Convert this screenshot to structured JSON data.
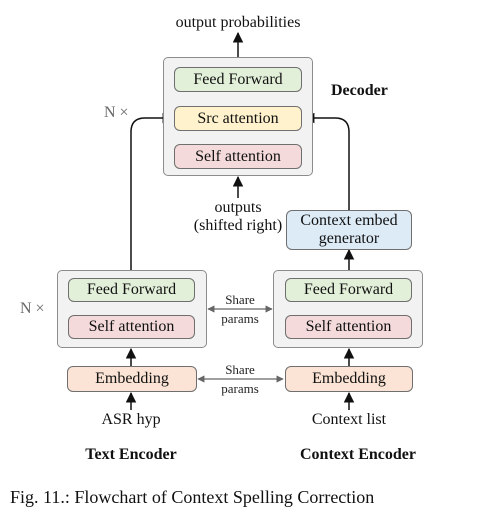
{
  "decoder": {
    "title": "Decoder",
    "repeat": "N ×",
    "feed_forward": "Feed Forward",
    "src_attention": "Src attention",
    "self_attention": "Self attention",
    "output_label": "output probabilities",
    "input_label_line1": "outputs",
    "input_label_line2": "(shifted right)"
  },
  "text_encoder": {
    "title": "Text Encoder",
    "repeat": "N ×",
    "feed_forward": "Feed Forward",
    "self_attention": "Self attention",
    "embedding": "Embedding",
    "input_label": "ASR hyp"
  },
  "context_encoder": {
    "title": "Context Encoder",
    "feed_forward": "Feed Forward",
    "self_attention": "Self attention",
    "embedding": "Embedding",
    "input_label": "Context list"
  },
  "context_embed_generator": {
    "line1": "Context embed",
    "line2": "generator"
  },
  "share_params": {
    "line1": "Share",
    "line2": "params"
  },
  "caption": "Fig. 11.: Flowchart of Context Spelling Correction",
  "colors": {
    "feed_forward": "#e2efd9",
    "src_attention": "#fff2cc",
    "self_attention": "#f4dada",
    "embedding": "#fbe4d5",
    "context_embed_generator": "#ddebf7",
    "container": "#f2f2f2"
  }
}
